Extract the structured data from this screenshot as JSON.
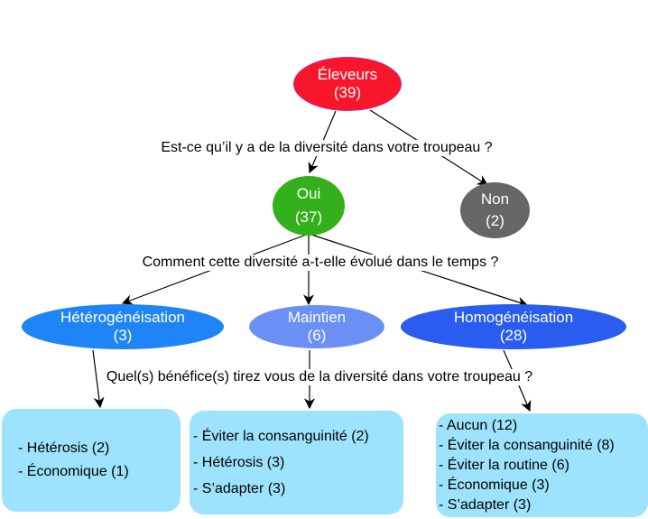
{
  "root": {
    "label": "Éleveurs",
    "count": "(39)",
    "color": "#f8172a"
  },
  "question1": "Est-ce qu’il y a de la diversité dans votre troupeau ?",
  "yes": {
    "label": "Oui",
    "count": "(37)",
    "color": "#33b01c"
  },
  "no": {
    "label": "Non",
    "count": "(2)",
    "color": "#666666"
  },
  "question2": "Comment cette diversité a-t-elle évolué dans le temps ?",
  "branches": [
    {
      "label": "Hétérogénéisation",
      "count": "(3)",
      "color": "#1f85f7"
    },
    {
      "label": "Maintien",
      "count": "(6)",
      "color": "#6b90f5"
    },
    {
      "label": "Homogénéisation",
      "count": "(28)",
      "color": "#2a5cf0"
    }
  ],
  "question3": "Quel(s) bénéfice(s) tirez vous de la diversité dans votre troupeau ?",
  "benefits": [
    [
      "- Hétérosis (2)",
      "- Économique (1)"
    ],
    [
      "- Éviter la consanguinité (2)",
      "- Hétérosis (3)",
      "- S’adapter (3)"
    ],
    [
      "- Aucun (12)",
      "- Éviter la consanguinité (8)",
      "- Éviter la routine (6)",
      "- Économique (3)",
      "- S’adapter (3)"
    ]
  ]
}
